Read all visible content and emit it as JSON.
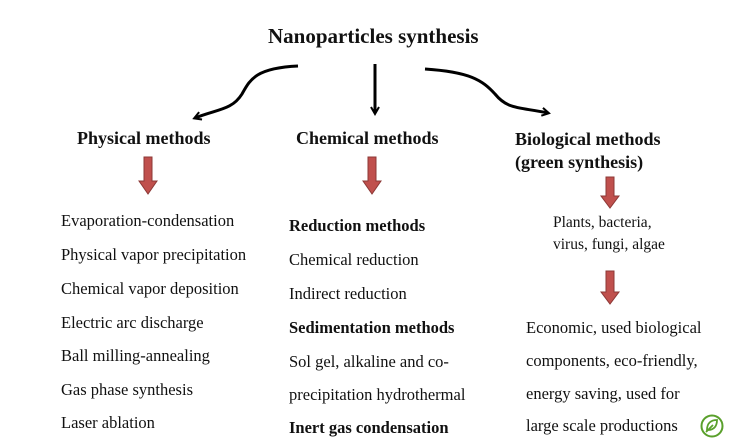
{
  "title": "Nanoparticles synthesis",
  "physical": {
    "title": "Physical methods",
    "items": [
      "Evaporation-condensation",
      "Physical vapor precipitation",
      "Chemical vapor deposition",
      "Electric arc discharge",
      "Ball milling-annealing",
      "Gas phase synthesis",
      "Laser ablation"
    ]
  },
  "chemical": {
    "title": "Chemical  methods",
    "items": [
      "Reduction methods",
      "Chemical reduction",
      "Indirect reduction",
      "Sedimentation methods",
      "Sol gel, alkaline and co-",
      "precipitation hydrothermal",
      "Inert gas condensation"
    ]
  },
  "biological": {
    "title_line1": "Biological  methods",
    "title_line2": "(green synthesis)",
    "sources_line1": "Plants, bacteria,",
    "sources_line2": "virus, fungi, algae",
    "benefits": [
      "Economic, used biological",
      "components, eco-friendly,",
      "energy saving, used for",
      "large scale productions"
    ]
  },
  "colors": {
    "red_arrow": "#c0504d",
    "red_arrow_edge": "#8c3836",
    "leaf_icon": "#5aa02c"
  },
  "icons": {
    "eco": "leaf-icon"
  }
}
